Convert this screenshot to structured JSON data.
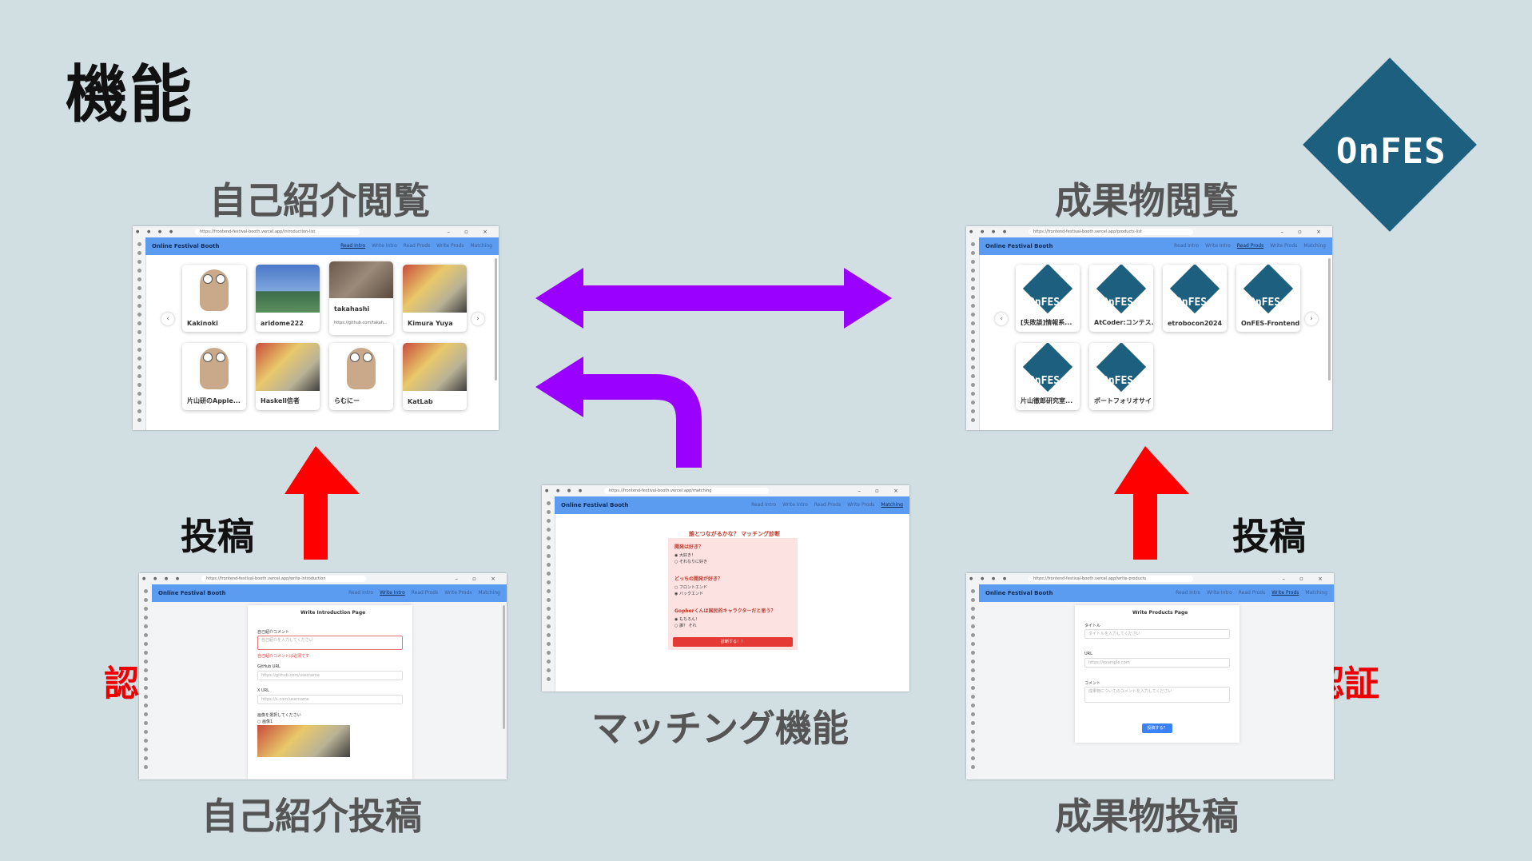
{
  "title": "機能",
  "logo_text": "OnFES",
  "labels": {
    "intro_view": "自己紹介閲覧",
    "products_view": "成果物閲覧",
    "intro_post": "自己紹介投稿",
    "products_post": "成果物投稿",
    "matching": "マッチング機能",
    "post_left": "投稿",
    "post_right": "投稿",
    "auth_left": "認証",
    "auth_right": "認証"
  },
  "browser": {
    "brand": "Online Festival Booth",
    "nav": [
      "Read Intro",
      "Write Intro",
      "Read Prods",
      "Write Prods",
      "Matching"
    ],
    "url_intro_list": "https://frontend-festival-booth.vercel.app/introduction-list",
    "url_products_list": "https://frontend-festival-booth.vercel.app/products-list",
    "url_write_intro": "https://frontend-festival-booth.vercel.app/write-introduction",
    "url_write_products": "https://frontend-festival-booth.vercel.app/write-products",
    "url_matching": "https://frontend-festival-booth.vercel.app/matching"
  },
  "intro_cards": [
    {
      "name": "Kakinoki",
      "image": "gopher"
    },
    {
      "name": "aridome222",
      "image": "sky"
    },
    {
      "name": "takahashi",
      "image": "photo",
      "sub": "https://github.com/takah..."
    },
    {
      "name": "Kimura Yuya",
      "image": "robot"
    },
    {
      "name": "片山研のApple...",
      "image": "gopher"
    },
    {
      "name": "Haskell信者",
      "image": "robot"
    },
    {
      "name": "らむにー",
      "image": "gopher"
    },
    {
      "name": "KatLab",
      "image": "robot"
    }
  ],
  "product_cards": [
    {
      "name": "[失敗談]情報系..."
    },
    {
      "name": "AtCoder:コンテス..."
    },
    {
      "name": "etrobocon2024"
    },
    {
      "name": "OnFES-Frontend"
    },
    {
      "name": "片山徹郎研究室..."
    },
    {
      "name": "ポートフォリオサイト"
    }
  ],
  "write_intro": {
    "page_title": "Write Introduction Page",
    "comment_label": "自己紹介コメント",
    "comment_placeholder": "自己紹介を入力してください",
    "comment_error": "自己紹介コメントは必須です",
    "github_label": "GitHub URL",
    "github_placeholder": "https://github.com/username",
    "x_label": "X URL",
    "x_placeholder": "https://x.com/username",
    "image_label": "画像を選択してください",
    "image_option": "画像1"
  },
  "write_products": {
    "page_title": "Write Products Page",
    "title_label": "タイトル",
    "title_placeholder": "タイトルを入力してください",
    "url_label": "URL",
    "url_placeholder": "https://example.com",
    "comment_label": "コメント",
    "comment_placeholder": "成果物についてのコメントを入力してください",
    "submit": "投稿する？"
  },
  "matching": {
    "heading": "誰とつながるかな？ マッチング診断",
    "questions": [
      {
        "q": "開発は好き？",
        "options": [
          "大好き！",
          "それなりに好き"
        ]
      },
      {
        "q": "どっちの開発が好き？",
        "options": [
          "フロントエンド",
          "バックエンド"
        ]
      },
      {
        "q": "Gopherくんは国民的キャラクターだと思う？",
        "options": [
          "もちろん！",
          "誰？ それ"
        ]
      }
    ],
    "submit": "診断する！！"
  },
  "colors": {
    "background": "#d1dfe3",
    "logo": "#1c5f7e",
    "arrow_red": "#ff0000",
    "arrow_purple": "#9900ff",
    "nav_blue": "#5b9bf0"
  }
}
